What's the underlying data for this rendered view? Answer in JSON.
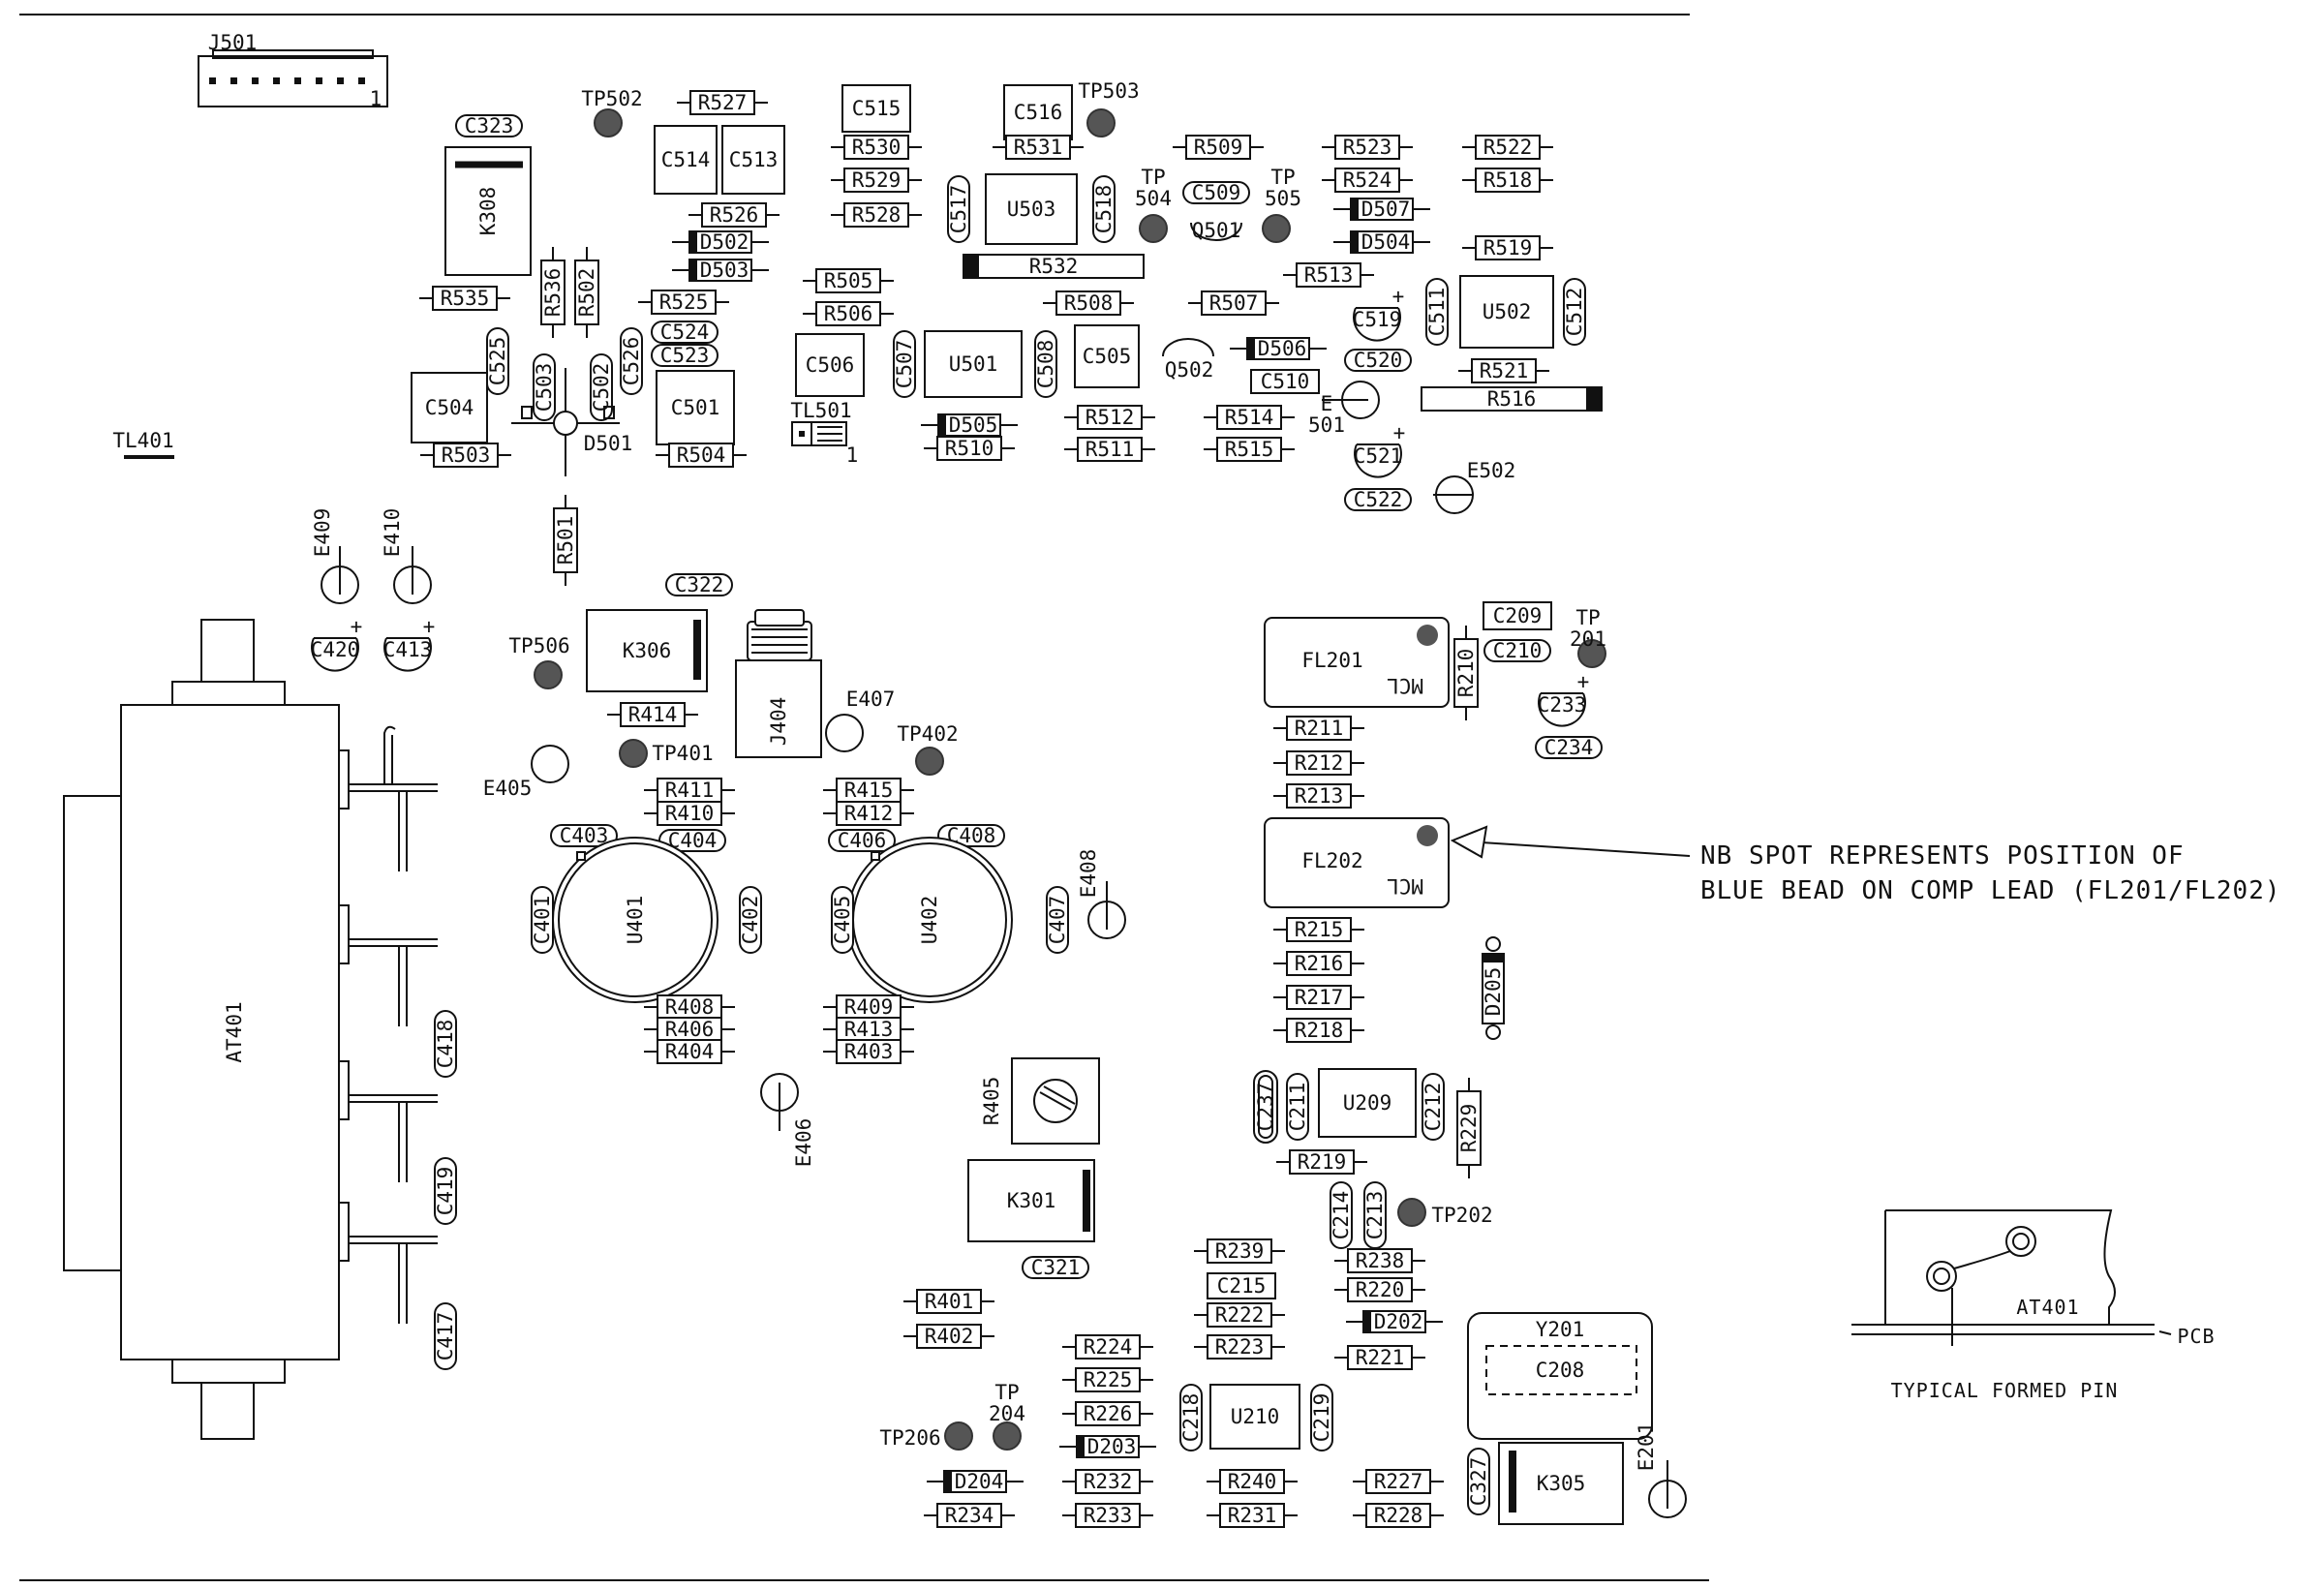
{
  "notes": {
    "line1": "NB SPOT REPRESENTS POSITION OF",
    "line2": "BLUE BEAD ON COMP LEAD (FL201/FL202)"
  },
  "inset": {
    "part": "AT401",
    "pcb": "PCB",
    "caption": "TYPICAL FORMED PIN"
  },
  "components": {
    "J501": "J501",
    "TL401": "TL401",
    "TL501": "TL501",
    "AT401": "AT401",
    "K308": "K308",
    "K306": "K306",
    "K301": "K301",
    "K305": "K305",
    "J404": "J404",
    "U401": "U401",
    "U402": "U402",
    "U501": "U501",
    "U502": "U502",
    "U503": "U503",
    "U209": "U209",
    "U210": "U210",
    "FL201": "FL201",
    "FL202": "FL202",
    "MCL": "MCL",
    "Y201": "Y201",
    "R405": "R405",
    "D501": "D501",
    "Q501": "Q501",
    "Q502": "Q502",
    "C504": "C504",
    "C501": "C501",
    "C506": "C506",
    "C505": "C505",
    "C514": "C514",
    "C513": "C513",
    "C515": "C515",
    "C516": "C516",
    "C208": "C208",
    "C215": "C215",
    "C209": "C209",
    "C510": "C510",
    "TP502": "TP502",
    "TP503": "TP503",
    "TP504": "TP\n504",
    "TP505": "TP\n505",
    "TP506": "TP506",
    "TP401": "TP401",
    "TP402": "TP402",
    "TP201": "TP\n201",
    "TP202": "TP202",
    "TP204": "TP\n204",
    "TP206": "TP206",
    "E409": "E409",
    "E410": "E410",
    "E405": "E405",
    "E406": "E406",
    "E407": "E407",
    "E408": "E408",
    "E501": "E\n501",
    "E502": "E502",
    "E201": "E201",
    "D502": "D502",
    "D503": "D503",
    "D504": "D504",
    "D505": "D505",
    "D506": "D506",
    "D507": "D507",
    "D202": "D202",
    "D203": "D203",
    "D204": "D204",
    "D205": "D205",
    "pin1": "1",
    "resistors": [
      "R527",
      "R530",
      "R529",
      "R528",
      "R526",
      "R531",
      "R532",
      "R509",
      "R523",
      "R524",
      "R522",
      "R518",
      "R519",
      "R513",
      "R505",
      "R506",
      "R508",
      "R507",
      "R525",
      "R535",
      "R536",
      "R502",
      "R503",
      "R504",
      "R501",
      "R512",
      "R514",
      "R510",
      "R511",
      "R515",
      "R521",
      "R516",
      "R414",
      "R411",
      "R410",
      "R415",
      "R412",
      "R408",
      "R406",
      "R404",
      "R409",
      "R413",
      "R403",
      "R211",
      "R212",
      "R213",
      "R210",
      "R215",
      "R216",
      "R217",
      "R218",
      "R229",
      "R219",
      "R239",
      "R238",
      "R220",
      "R222",
      "R223",
      "R221",
      "R401",
      "R402",
      "R224",
      "R225",
      "R226",
      "R232",
      "R233",
      "R234",
      "R240",
      "R231",
      "R227",
      "R228"
    ],
    "capacitors": [
      "C323",
      "C524",
      "C523",
      "C525",
      "C503",
      "C502",
      "C526",
      "C517",
      "C518",
      "C509",
      "C507",
      "C508",
      "C519",
      "C511",
      "C512",
      "C520",
      "C521",
      "C522",
      "C322",
      "C420",
      "C413",
      "C403",
      "C404",
      "C406",
      "C408",
      "C401",
      "C402",
      "C405",
      "C407",
      "C418",
      "C419",
      "C417",
      "C210",
      "C233",
      "C234",
      "C237",
      "C211",
      "C212",
      "C214",
      "C213",
      "C321",
      "C218",
      "C219",
      "C327"
    ]
  }
}
